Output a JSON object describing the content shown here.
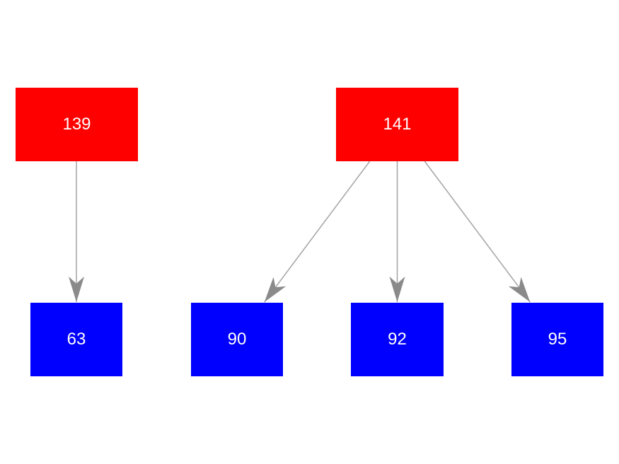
{
  "diagram": {
    "type": "graph",
    "background_color": "#ffffff",
    "node_text_color": "#ffffff",
    "edge_line_color": "#a3a3a3",
    "arrowhead_color": "#8a8a8a",
    "node_colors": {
      "parent": "#ff0000",
      "child": "#0000ff"
    },
    "nodes": [
      {
        "id": "139",
        "label": "139",
        "role": "parent",
        "color": "#ff0000"
      },
      {
        "id": "141",
        "label": "141",
        "role": "parent",
        "color": "#ff0000"
      },
      {
        "id": "63",
        "label": "63",
        "role": "child",
        "color": "#0000ff"
      },
      {
        "id": "90",
        "label": "90",
        "role": "child",
        "color": "#0000ff"
      },
      {
        "id": "92",
        "label": "92",
        "role": "child",
        "color": "#0000ff"
      },
      {
        "id": "95",
        "label": "95",
        "role": "child",
        "color": "#0000ff"
      }
    ],
    "edges": [
      {
        "from": "139",
        "to": "63"
      },
      {
        "from": "141",
        "to": "90"
      },
      {
        "from": "141",
        "to": "92"
      },
      {
        "from": "141",
        "to": "95"
      }
    ]
  }
}
